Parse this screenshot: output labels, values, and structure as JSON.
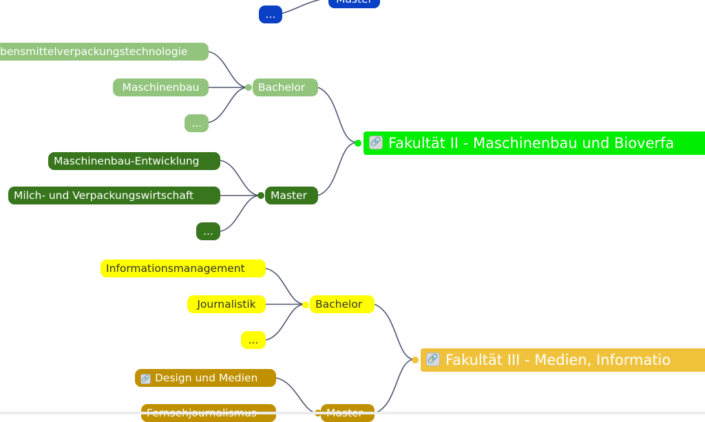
{
  "colors": {
    "link": "#4e5770",
    "blue": "#0a40c4",
    "light_green": "#92c47d",
    "dark_green": "#38761d",
    "bright_green": "#00ee00",
    "yellow": "#ffff00",
    "gold": "#f0c23b",
    "dark_gold": "#bf9000"
  },
  "top": {
    "more_label": "...",
    "master_label": "Master"
  },
  "fak2": {
    "title": "Fakultät II - Maschinenbau und Bioverfa",
    "link_icon": "link-icon",
    "bachelor": {
      "label": "Bachelor",
      "items": [
        "bensmittelverpackungstechnologie",
        "Maschinenbau",
        "..."
      ]
    },
    "master": {
      "label": "Master",
      "items": [
        "Maschinenbau-Entwicklung",
        "Milch- und Verpackungswirtschaft",
        "..."
      ]
    }
  },
  "fak3": {
    "title": "Fakultät III - Medien, Informatio",
    "link_icon": "link-icon",
    "bachelor": {
      "label": "Bachelor",
      "items": [
        "Informationsmanagement",
        "Journalistik",
        "..."
      ]
    },
    "master": {
      "label": "Master",
      "items": [
        "Design und Medien",
        "Fernsehjournalismus"
      ]
    }
  }
}
